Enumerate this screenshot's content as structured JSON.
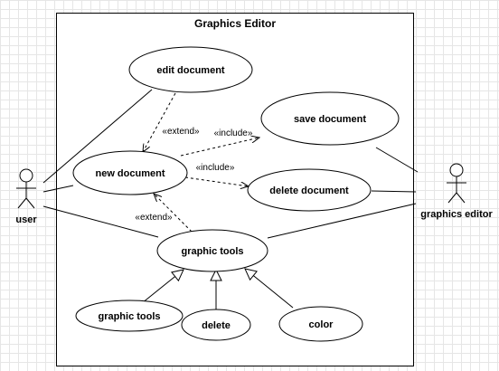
{
  "system": {
    "title": "Graphics Editor"
  },
  "actors": {
    "user": "user",
    "editor": "graphics editor"
  },
  "use_cases": {
    "edit_document": "edit document",
    "save_document": "save document",
    "new_document": "new document",
    "delete_document": "delete document",
    "graphic_tools": "graphic tools",
    "graphic_tools_child": "graphic tools",
    "delete": "delete",
    "color": "color"
  },
  "relations": {
    "extend_top": "«extend»",
    "include_save": "«include»",
    "include_delete": "«include»",
    "extend_bottom": "«extend»"
  },
  "colors": {
    "line": "#000000",
    "fill": "#ffffff"
  }
}
